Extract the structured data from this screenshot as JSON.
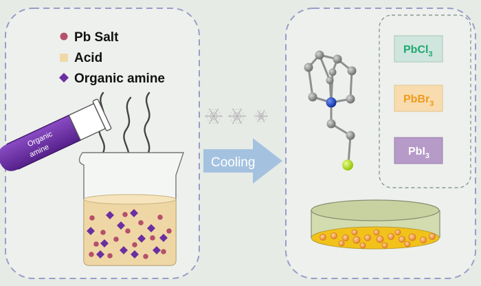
{
  "legend": {
    "items": [
      {
        "label": "Pb Salt",
        "marker": "circle",
        "color": "#b5506a"
      },
      {
        "label": "Acid",
        "marker": "square",
        "color": "#f0d9a8"
      },
      {
        "label": "Organic amine",
        "marker": "diamond",
        "color": "#6a2fa0"
      }
    ]
  },
  "test_tube": {
    "label_line1": "Organic",
    "label_line2": "amine",
    "color": "#6a2fa0"
  },
  "arrow": {
    "label": "Cooling"
  },
  "products": [
    {
      "base": "PbCl",
      "subscript": "3",
      "fill": "#cfe6de",
      "text_color": "#1fa870"
    },
    {
      "base": "PbBr",
      "subscript": "3",
      "fill": "#f8dcae",
      "text_color": "#f09a1c"
    },
    {
      "base": "PbI",
      "subscript": "3",
      "fill": "#b69ac8",
      "text_color": "#ffffff"
    }
  ],
  "colors": {
    "background": "#e6ebe6",
    "panel_border": "#9a9cc8",
    "arrow_fill": "#a4c2e0",
    "nitrogen_atom": "#1a3fb8",
    "halogen_atom": "#a8dc10",
    "carbon_atom": "#8a8a8a",
    "crystal_dot": "#f0a048"
  }
}
